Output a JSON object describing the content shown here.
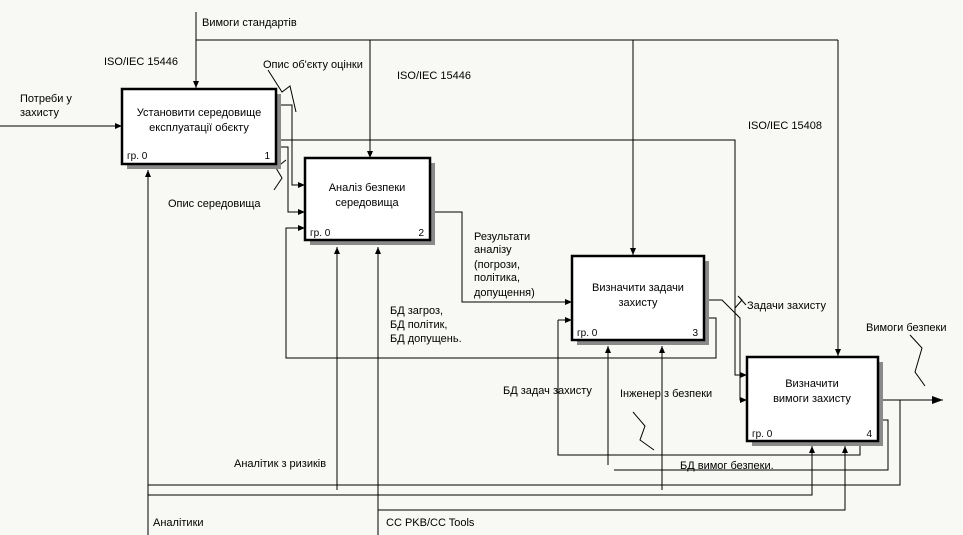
{
  "boxes": [
    {
      "id": "box-1",
      "title_lines": [
        "Установити середовище",
        "експлуатації обєкту"
      ],
      "node_ref": "гр. 0",
      "number": "1"
    },
    {
      "id": "box-2",
      "title_lines": [
        "Аналіз безпеки",
        "середовища"
      ],
      "node_ref": "гр. 0",
      "number": "2"
    },
    {
      "id": "box-3",
      "title_lines": [
        "Визначити задачи",
        "захисту"
      ],
      "node_ref": "гр. 0",
      "number": "3"
    },
    {
      "id": "box-4",
      "title_lines": [
        "Визначити",
        "вимоги захисту"
      ],
      "node_ref": "гр. 0",
      "number": "4"
    }
  ],
  "labels": {
    "standards_req": "Вимоги стандартів",
    "iso_15446_a": "ISO/IEC 15446",
    "iso_15446_b": "ISO/IEC 15446",
    "iso_15408": "ISO/IEC 15408",
    "object_desc": "Опис об'єкту оцінки",
    "protection_needs_1": "Потреби у",
    "protection_needs_2": "захисту",
    "env_desc": "Опис середовища",
    "results_1": "Результати",
    "results_2": "аналізу",
    "results_3": "(погрози,",
    "results_4": "політика,",
    "results_5": "допущення)",
    "db_threats_1": "БД загроз,",
    "db_threats_2": "БД політик,",
    "db_threats_3": "БД допущень.",
    "protection_tasks": "Задачи захисту",
    "security_req": "Вимоги безпеки",
    "db_tasks": "БД задач захисту",
    "security_engineer": "Інженер з безпеки",
    "db_req": "БД вимог безпеки.",
    "risk_analyst": "Аналітик з ризиків",
    "analysts": "Аналітики",
    "tools": "CC PKB/CC Tools"
  }
}
